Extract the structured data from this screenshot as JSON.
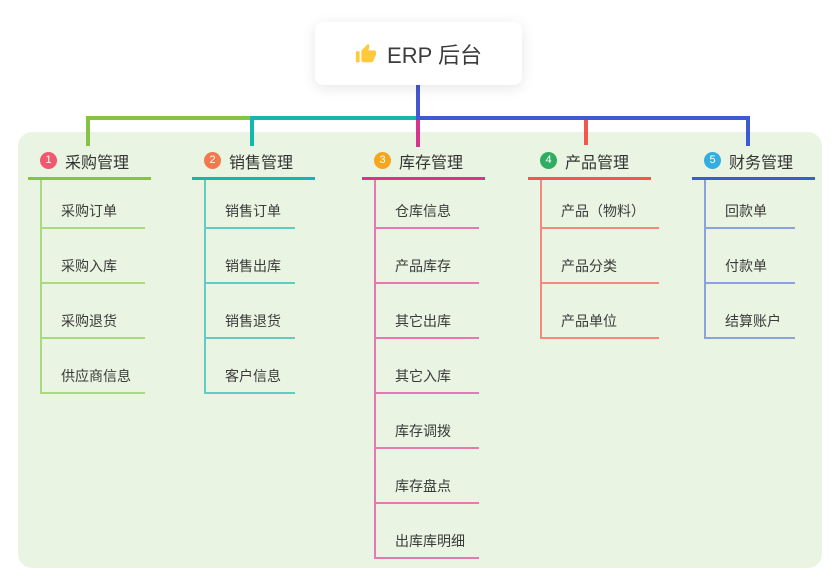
{
  "root": {
    "title": "ERP 后台",
    "icon": "thumbs-up-icon",
    "icon_color": "#FFC83D",
    "line_color": "#4656CE"
  },
  "panel": {
    "bg": "#E9F5E2"
  },
  "branches": [
    {
      "index": "1",
      "label": "采购管理",
      "badge_color": "#F1586E",
      "line_color": "#87C342",
      "child_line_color": "#ABD97E",
      "children": [
        "采购订单",
        "采购入库",
        "采购退货",
        "供应商信息"
      ]
    },
    {
      "index": "2",
      "label": "销售管理",
      "badge_color": "#F0794E",
      "line_color": "#13B7AC",
      "child_line_color": "#62CCC3",
      "children": [
        "销售订单",
        "销售出库",
        "销售退货",
        "客户信息"
      ]
    },
    {
      "index": "3",
      "label": "库存管理",
      "badge_color": "#F5A61E",
      "line_color": "#D6348F",
      "child_line_color": "#E878B3",
      "children": [
        "仓库信息",
        "产品库存",
        "其它出库",
        "其它入库",
        "库存调拨",
        "库存盘点",
        "出库库明细"
      ]
    },
    {
      "index": "4",
      "label": "产品管理",
      "badge_color": "#2EAE60",
      "line_color": "#F2574D",
      "child_line_color": "#F5897E",
      "children": [
        "产品（物料）",
        "产品分类",
        "产品单位"
      ]
    },
    {
      "index": "5",
      "label": "财务管理",
      "badge_color": "#33AEE0",
      "line_color": "#3C5BD2",
      "child_line_color": "#8CA2DE",
      "children": [
        "回款单",
        "付款单",
        "结算账户"
      ]
    }
  ]
}
